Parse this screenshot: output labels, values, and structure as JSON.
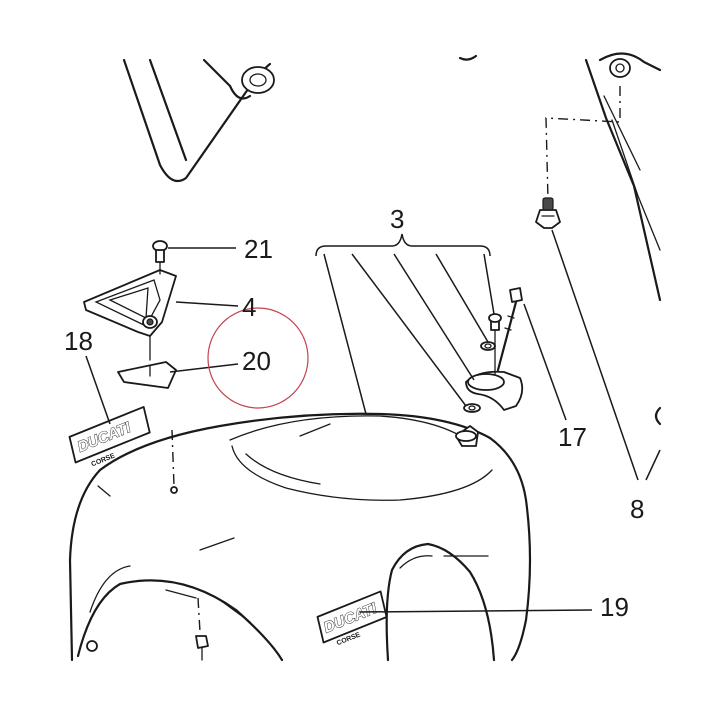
{
  "callouts": {
    "c3": "3",
    "c4": "4",
    "c8": "8",
    "c17": "17",
    "c18": "18",
    "c19": "19",
    "c20": "20",
    "c21": "21"
  },
  "logo": {
    "brand": "DUCATI",
    "sub": "CORSE"
  },
  "colors": {
    "line": "#1a1a1a",
    "stamp_circle": "#c4434d",
    "background": "#ffffff"
  }
}
